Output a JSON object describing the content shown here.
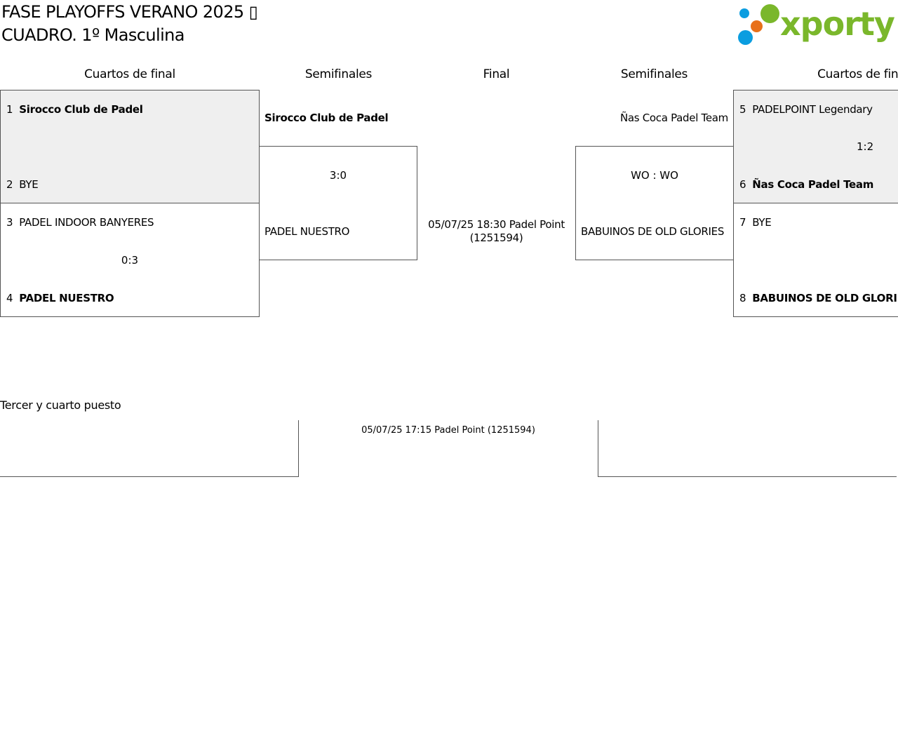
{
  "header": {
    "title_line1": "FASE PLAYOFFS VERANO 2025 ▯",
    "title_line2": "CUADRO. 1º Masculina",
    "logo_text": "xporty"
  },
  "rounds": {
    "left_quarterfinals": "Cuartos de final",
    "left_semifinals": "Semifinales",
    "final": "Final",
    "right_semifinals": "Semifinales",
    "right_quarterfinals": "Cuartos de final"
  },
  "left_qf": {
    "match1": {
      "seed1": "1",
      "team1": "Sirocco Club de Padel",
      "seed2": "2",
      "team2": "BYE"
    },
    "match2": {
      "seed1": "3",
      "team1": "PADEL INDOOR BANYERES",
      "score": "0:3",
      "seed2": "4",
      "team2": "PADEL NUESTRO"
    }
  },
  "left_sf": {
    "team1": "Sirocco Club de Padel",
    "score": "3:0",
    "team2": "PADEL NUESTRO"
  },
  "final_info": "05/07/25 18:30 Padel Point (1251594)",
  "right_sf": {
    "team1": "Ñas Coca Padel Team",
    "score": "WO : WO",
    "team2": "BABUINOS DE OLD GLORIES"
  },
  "right_qf": {
    "match1": {
      "seed1": "5",
      "team1": "PADELPOINT Legendary",
      "score": "1:2",
      "seed2": "6",
      "team2": "Ñas Coca Padel Team"
    },
    "match2": {
      "seed1": "7",
      "team1": "BYE",
      "seed2": "8",
      "team2": "BABUINOS DE OLD GLORIES"
    }
  },
  "third_place": {
    "label": "Tercer y cuarto puesto",
    "info": "05/07/25 17:15 Padel Point (1251594)"
  },
  "colors": {
    "logo_green": "#7ab72b",
    "logo_blue": "#0b9de0",
    "logo_orange": "#e8701a",
    "shaded": "#efefef"
  }
}
